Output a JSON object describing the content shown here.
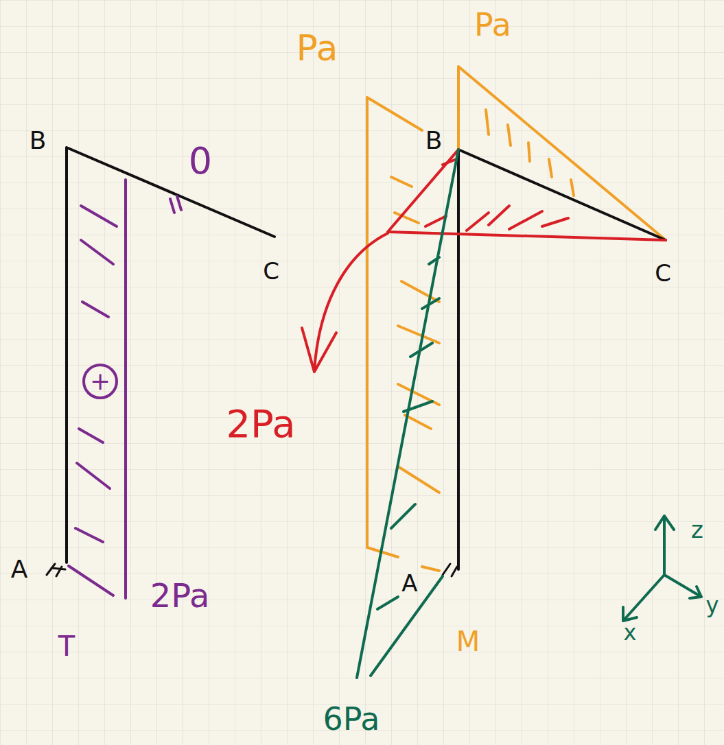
{
  "diagram": {
    "labels": [
      "Pa",
      "Pa",
      "B",
      "0",
      "B",
      "C",
      "C",
      "2Pa",
      "+",
      "A",
      "2Pa",
      "A",
      "M",
      "T",
      "6Pa",
      "z",
      "y",
      "x"
    ]
  }
}
